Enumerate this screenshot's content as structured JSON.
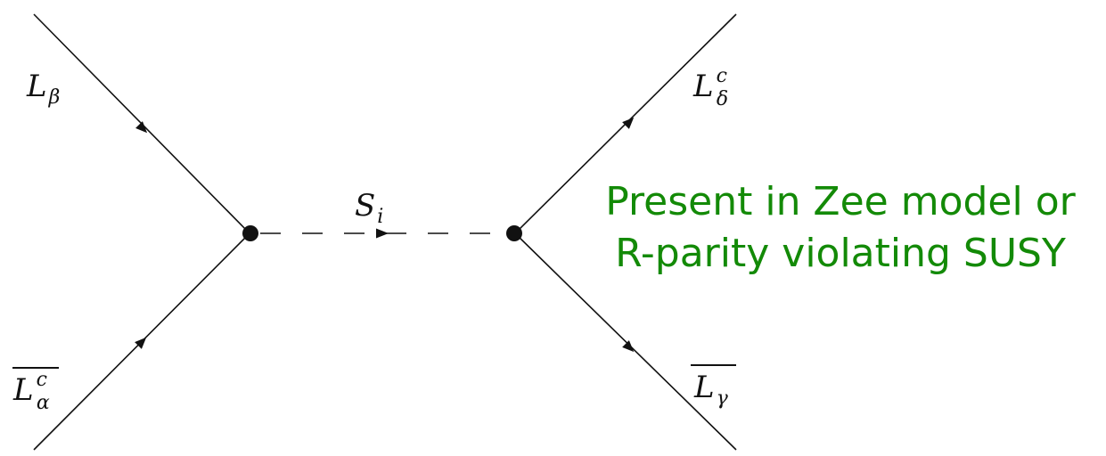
{
  "diagram": {
    "particles": {
      "top_left": {
        "base": "L",
        "sub": "β",
        "sup": "",
        "overline": false
      },
      "bottom_left": {
        "base": "L",
        "sub": "α",
        "sup": "c",
        "overline": true
      },
      "propagator": {
        "base": "S",
        "sub": "i",
        "sup": "",
        "overline": false
      },
      "top_right": {
        "base": "L",
        "sub": "δ",
        "sup": "c",
        "overline": false
      },
      "bottom_right": {
        "base": "L",
        "sub": "γ",
        "sup": "",
        "overline": true
      }
    },
    "line_color": "#111111",
    "propagator_style": "dashed"
  },
  "caption": {
    "line1": "Present in Zee model or",
    "line2": "R-parity violating SUSY",
    "color": "#138a07"
  }
}
